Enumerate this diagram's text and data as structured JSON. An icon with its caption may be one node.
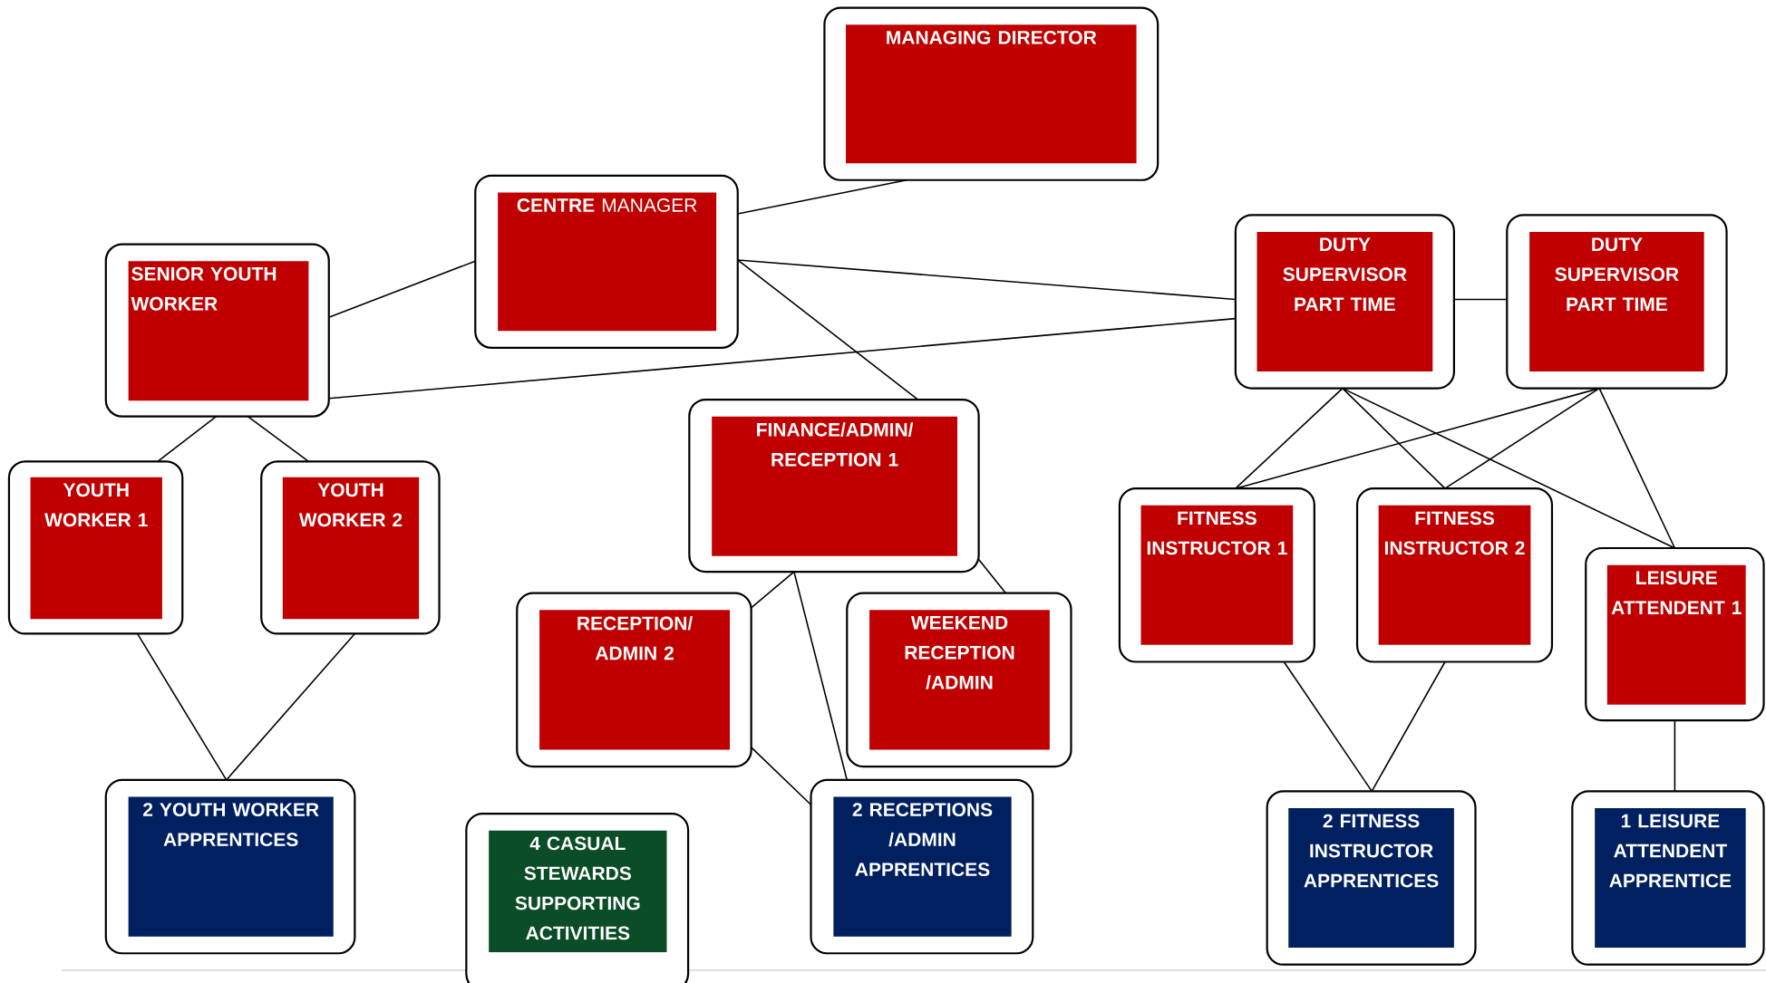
{
  "diagram": {
    "nodes": [
      {
        "text": [
          "MANAGING DIRECTOR"
        ]
      },
      {
        "text": [
          "**CENTRE** MANAGER"
        ]
      },
      {
        "text": [
          "SENIOR YOUTH WORKER"
        ]
      },
      {
        "text": [
          "DUTY SUPERVISOR PART TIME"
        ]
      },
      {
        "text": [
          "DUTY SUPERVISOR PART TIME"
        ]
      },
      {
        "text": [
          "YOUTH WORKER 1"
        ]
      },
      {
        "text": [
          "YOUTH WORKER 2"
        ]
      },
      {
        "text": [
          "FINANCE/ADMIN/ RECEPTION 1"
        ]
      },
      {
        "text": [
          "FITNESS INSTRUCTOR 1"
        ]
      },
      {
        "text": [
          "FITNESS INSTRUCTOR 2"
        ]
      },
      {
        "text": [
          "LEISURE ATTENDENT 1"
        ]
      },
      {
        "text": [
          "RECEPTION/ ADMIN 2"
        ]
      },
      {
        "text": [
          "WEEKEND RECEPTION /ADMIN"
        ]
      },
      {
        "text": [
          "2 YOUTH WORKER APPRENTICES"
        ]
      },
      {
        "text": [
          "4 CASUAL STEWARDS SUPPORTING ACTIVITIES"
        ]
      },
      {
        "text": [
          "2 RECEPTIONS /ADMIN APPRENTICES"
        ]
      },
      {
        "text": [
          "2 FITNESS INSTRUCTOR APPRENTICES"
        ]
      },
      {
        "text": [
          "1 LEISURE ATTENDENT APPRENTICE"
        ]
      }
    ],
    "edges": [
      {
        "from": 1,
        "to": 0,
        "arrow": "none"
      },
      {
        "from": 1,
        "to": 2,
        "arrow": "none"
      },
      {
        "from": 1,
        "to": 3,
        "arrow": "none"
      },
      {
        "from": 1,
        "to": 7,
        "arrow": "none"
      },
      {
        "from": 2,
        "to": 3,
        "arrow": "none"
      },
      {
        "from": 3,
        "to": 4,
        "arrow": "none"
      },
      {
        "from": 2,
        "to": 5,
        "arrow": "none"
      },
      {
        "from": 2,
        "to": 6,
        "arrow": "none"
      },
      {
        "from": 5,
        "to": 13,
        "arrow": "none"
      },
      {
        "from": 6,
        "to": 13,
        "arrow": "none"
      },
      {
        "from": 3,
        "to": 8,
        "arrow": "none"
      },
      {
        "from": 3,
        "to": 9,
        "arrow": "none"
      },
      {
        "from": 3,
        "to": 10,
        "arrow": "none"
      },
      {
        "from": 4,
        "to": 8,
        "arrow": "none"
      },
      {
        "from": 4,
        "to": 9,
        "arrow": "none"
      },
      {
        "from": 4,
        "to": 10,
        "arrow": "none"
      },
      {
        "from": 7,
        "to": 11,
        "arrow": "none"
      },
      {
        "from": 7,
        "to": 12,
        "arrow": "none"
      },
      {
        "from": 7,
        "to": 15,
        "arrow": "none"
      },
      {
        "from": 11,
        "to": 15,
        "arrow": "none"
      },
      {
        "from": 8,
        "to": 16,
        "arrow": "none"
      },
      {
        "from": 9,
        "to": 16,
        "arrow": "none"
      },
      {
        "from": 10,
        "to": 17,
        "arrow": "none"
      }
    ]
  }
}
